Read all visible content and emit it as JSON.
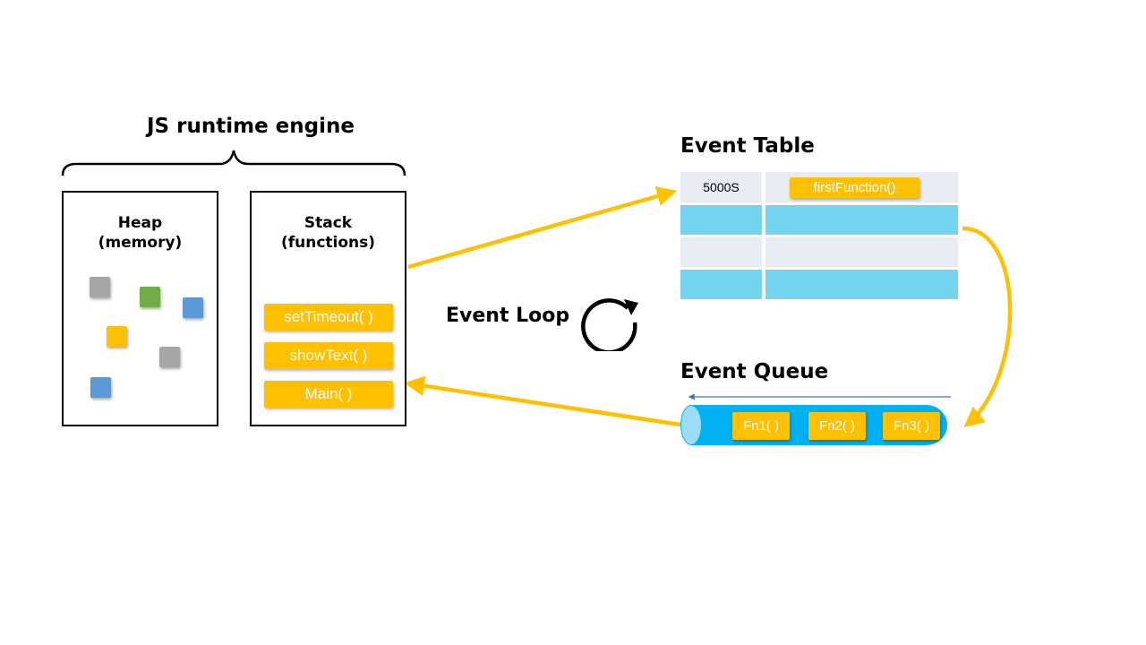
{
  "runtime": {
    "title": "JS runtime engine",
    "heap_label": "Heap\n(memory)",
    "heap_line1": "Heap",
    "heap_line2": "(memory)",
    "stack_line1": "Stack",
    "stack_line2": "(functions)",
    "heap_items": [
      "gray",
      "green",
      "blue",
      "yellow",
      "gray",
      "blue"
    ],
    "stack_items": [
      "setTimeout( )",
      "showText( )",
      "Main( )"
    ]
  },
  "event_loop": {
    "label": "Event Loop",
    "icon": "refresh-icon"
  },
  "event_table": {
    "title": "Event Table",
    "rows": [
      {
        "time": "5000S",
        "fn": "firstFunction()"
      },
      {
        "time": "",
        "fn": ""
      },
      {
        "time": "",
        "fn": ""
      },
      {
        "time": "",
        "fn": ""
      }
    ]
  },
  "event_queue": {
    "title": "Event Queue",
    "items": [
      "Fn1( )",
      "Fn2( )",
      "Fn3( )"
    ]
  },
  "colors": {
    "function_block": "#FFC000",
    "arrow": "#FFC000",
    "table_light": "#E8ECF5",
    "table_cyan": "#74D3EE",
    "queue_blue": "#00B0F0",
    "queue_arrow": "#4472C4",
    "heap_gray": "#A6A6A6",
    "heap_green": "#70AD47",
    "heap_blue": "#5B9BD5",
    "heap_yellow": "#FFC000"
  }
}
